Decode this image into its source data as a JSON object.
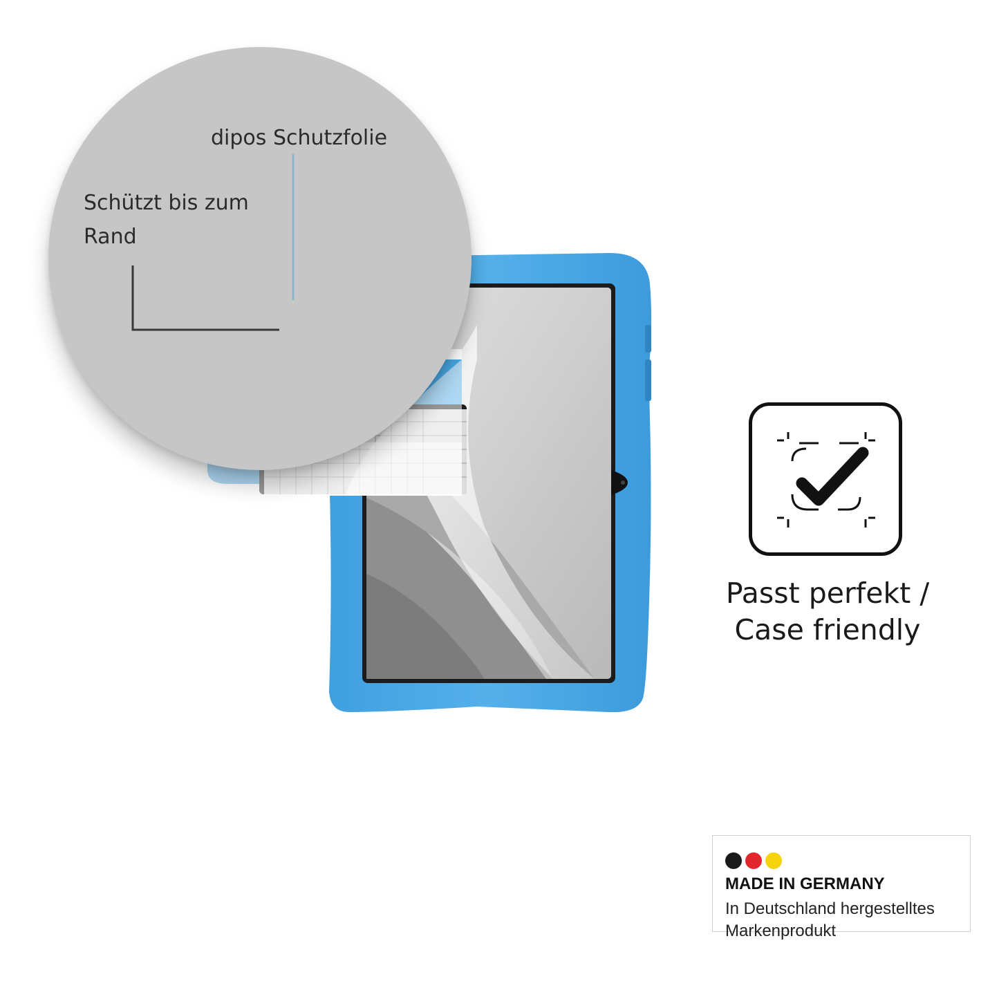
{
  "zoom": {
    "film_label": "dipos Schutzfolie",
    "edge_label": "Schützt bis zum Rand"
  },
  "feature": {
    "icon": "case-fit-check-icon",
    "text": "Passt perfekt / Case friendly"
  },
  "badge": {
    "title": "MADE IN GERMANY",
    "subtitle": "In Deutschland hergestelltes Markenprodukt",
    "flag_colors": [
      "#1a1a1a",
      "#e3262d",
      "#f6d40b"
    ]
  },
  "colors": {
    "case_blue": "#4aa9e6",
    "circle_grey": "#c6c6c6",
    "leader_line_blue": "#8ab6c8"
  }
}
